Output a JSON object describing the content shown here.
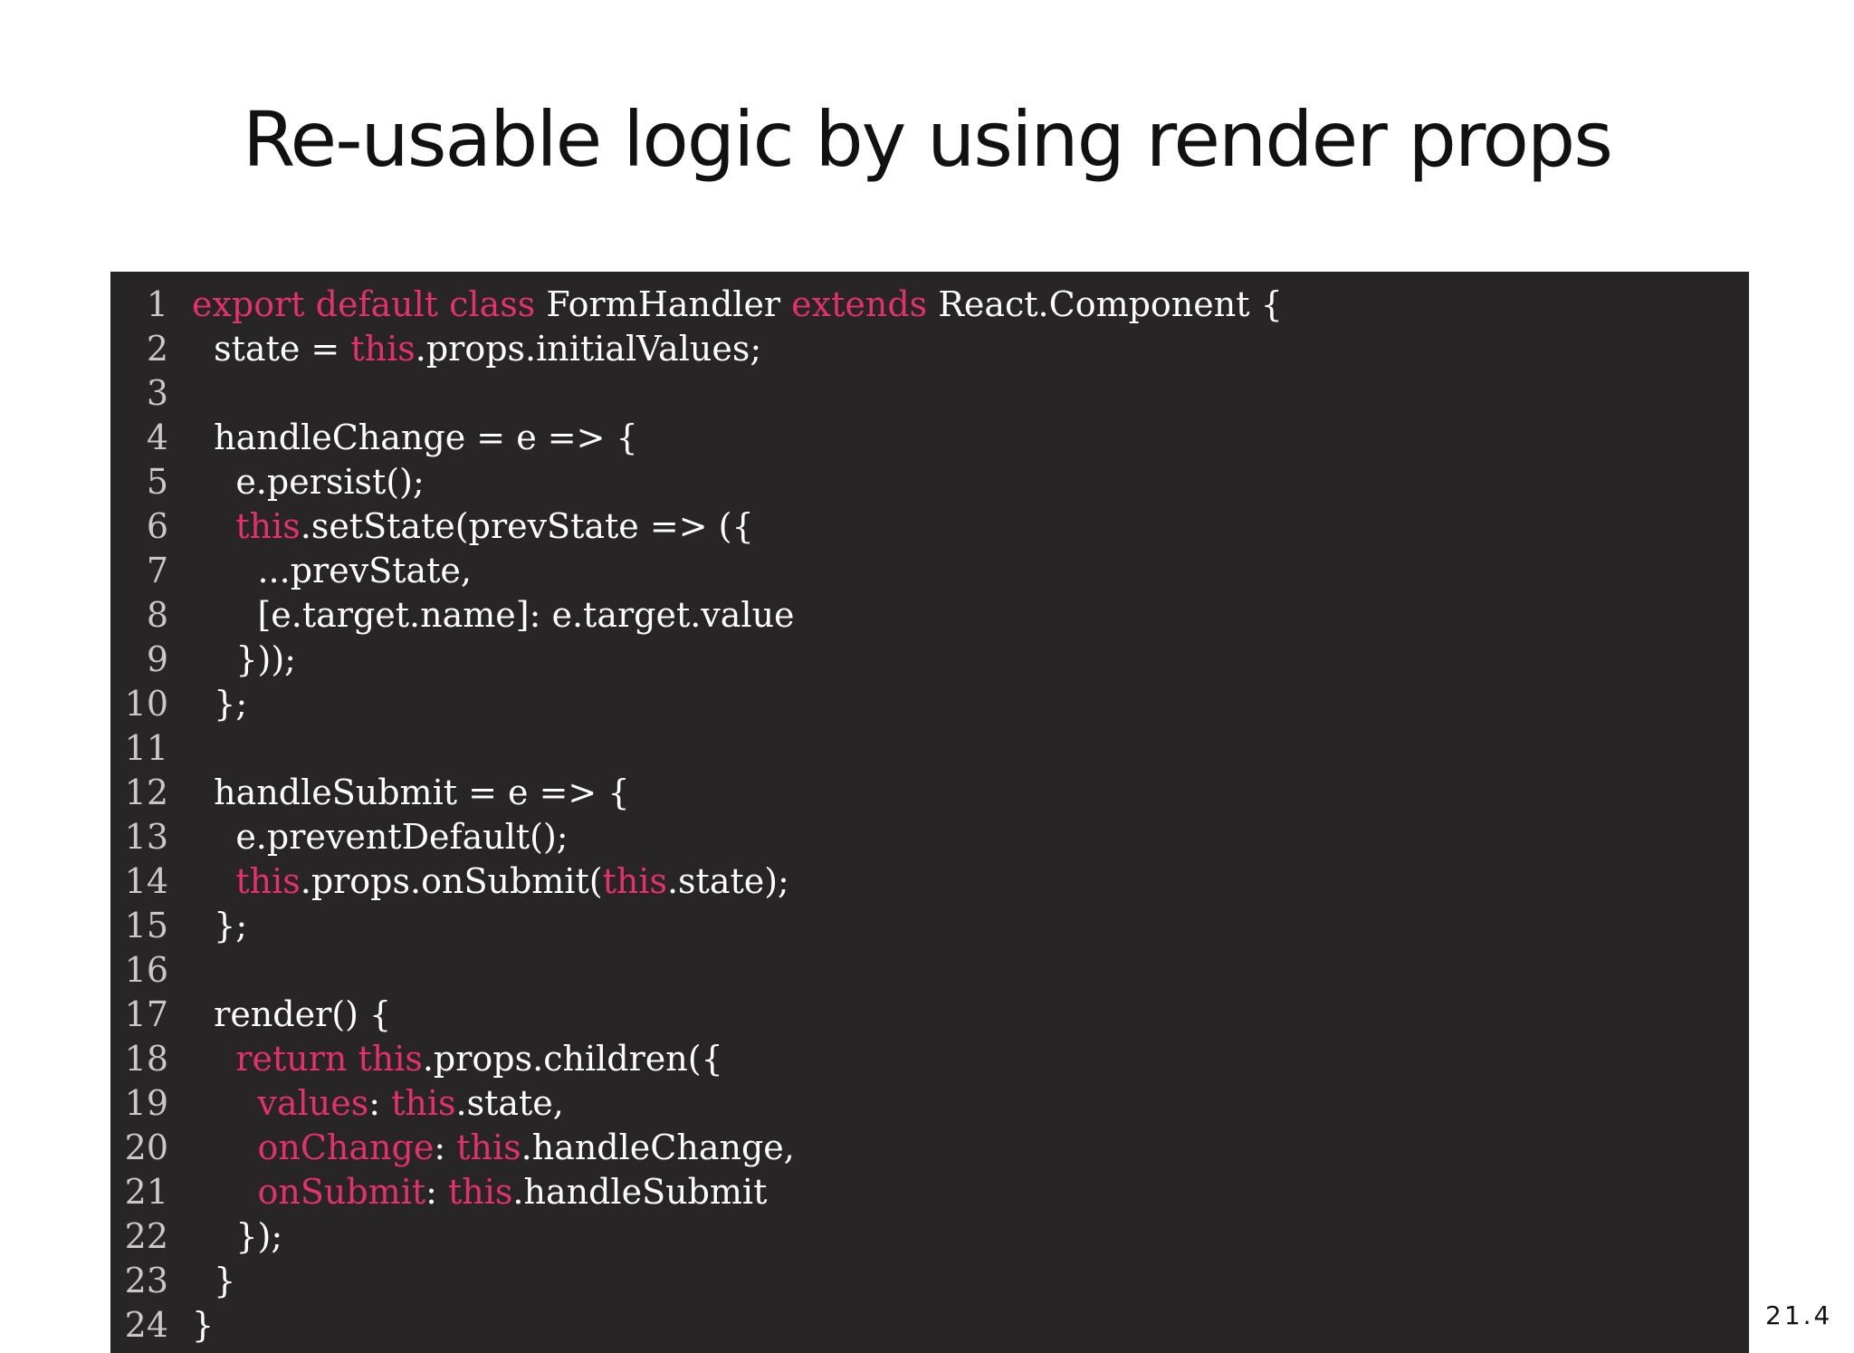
{
  "slide": {
    "title": "Re-usable logic by using render props",
    "slide_number": "21.4"
  },
  "colors": {
    "background": "#ffffff",
    "code_background": "#272525",
    "keyword": "#e4306d",
    "code_text": "#ffffff",
    "line_number": "#c8c8c8"
  },
  "code": {
    "language": "javascript",
    "lines": [
      {
        "num": "1",
        "tokens": [
          [
            "kw",
            "export default class"
          ],
          [
            "p",
            " FormHandler "
          ],
          [
            "kw",
            "extends"
          ],
          [
            "p",
            " React.Component {"
          ]
        ]
      },
      {
        "num": "2",
        "tokens": [
          [
            "p",
            "  state = "
          ],
          [
            "kw",
            "this"
          ],
          [
            "p",
            ".props.initialValues;"
          ]
        ]
      },
      {
        "num": "3",
        "tokens": []
      },
      {
        "num": "4",
        "tokens": [
          [
            "p",
            "  handleChange = e => {"
          ]
        ]
      },
      {
        "num": "5",
        "tokens": [
          [
            "p",
            "    e.persist();"
          ]
        ]
      },
      {
        "num": "6",
        "tokens": [
          [
            "p",
            "    "
          ],
          [
            "kw",
            "this"
          ],
          [
            "p",
            ".setState(prevState => ({"
          ]
        ]
      },
      {
        "num": "7",
        "tokens": [
          [
            "p",
            "      ...prevState,"
          ]
        ]
      },
      {
        "num": "8",
        "tokens": [
          [
            "p",
            "      [e.target.name]: e.target.value"
          ]
        ]
      },
      {
        "num": "9",
        "tokens": [
          [
            "p",
            "    }));"
          ]
        ]
      },
      {
        "num": "10",
        "tokens": [
          [
            "p",
            "  };"
          ]
        ]
      },
      {
        "num": "11",
        "tokens": []
      },
      {
        "num": "12",
        "tokens": [
          [
            "p",
            "  handleSubmit = e => {"
          ]
        ]
      },
      {
        "num": "13",
        "tokens": [
          [
            "p",
            "    e.preventDefault();"
          ]
        ]
      },
      {
        "num": "14",
        "tokens": [
          [
            "p",
            "    "
          ],
          [
            "kw",
            "this"
          ],
          [
            "p",
            ".props.onSubmit("
          ],
          [
            "kw",
            "this"
          ],
          [
            "p",
            ".state);"
          ]
        ]
      },
      {
        "num": "15",
        "tokens": [
          [
            "p",
            "  };"
          ]
        ]
      },
      {
        "num": "16",
        "tokens": []
      },
      {
        "num": "17",
        "tokens": [
          [
            "p",
            "  render() {"
          ]
        ]
      },
      {
        "num": "18",
        "tokens": [
          [
            "p",
            "    "
          ],
          [
            "kw",
            "return this"
          ],
          [
            "p",
            ".props.children({"
          ]
        ]
      },
      {
        "num": "19",
        "tokens": [
          [
            "p",
            "      "
          ],
          [
            "kw",
            "values"
          ],
          [
            "p",
            ": "
          ],
          [
            "kw",
            "this"
          ],
          [
            "p",
            ".state,"
          ]
        ]
      },
      {
        "num": "20",
        "tokens": [
          [
            "p",
            "      "
          ],
          [
            "kw",
            "onChange"
          ],
          [
            "p",
            ": "
          ],
          [
            "kw",
            "this"
          ],
          [
            "p",
            ".handleChange,"
          ]
        ]
      },
      {
        "num": "21",
        "tokens": [
          [
            "p",
            "      "
          ],
          [
            "kw",
            "onSubmit"
          ],
          [
            "p",
            ": "
          ],
          [
            "kw",
            "this"
          ],
          [
            "p",
            ".handleSubmit"
          ]
        ]
      },
      {
        "num": "22",
        "tokens": [
          [
            "p",
            "    });"
          ]
        ]
      },
      {
        "num": "23",
        "tokens": [
          [
            "p",
            "  }"
          ]
        ]
      },
      {
        "num": "24",
        "tokens": [
          [
            "p",
            "}"
          ]
        ]
      }
    ]
  }
}
